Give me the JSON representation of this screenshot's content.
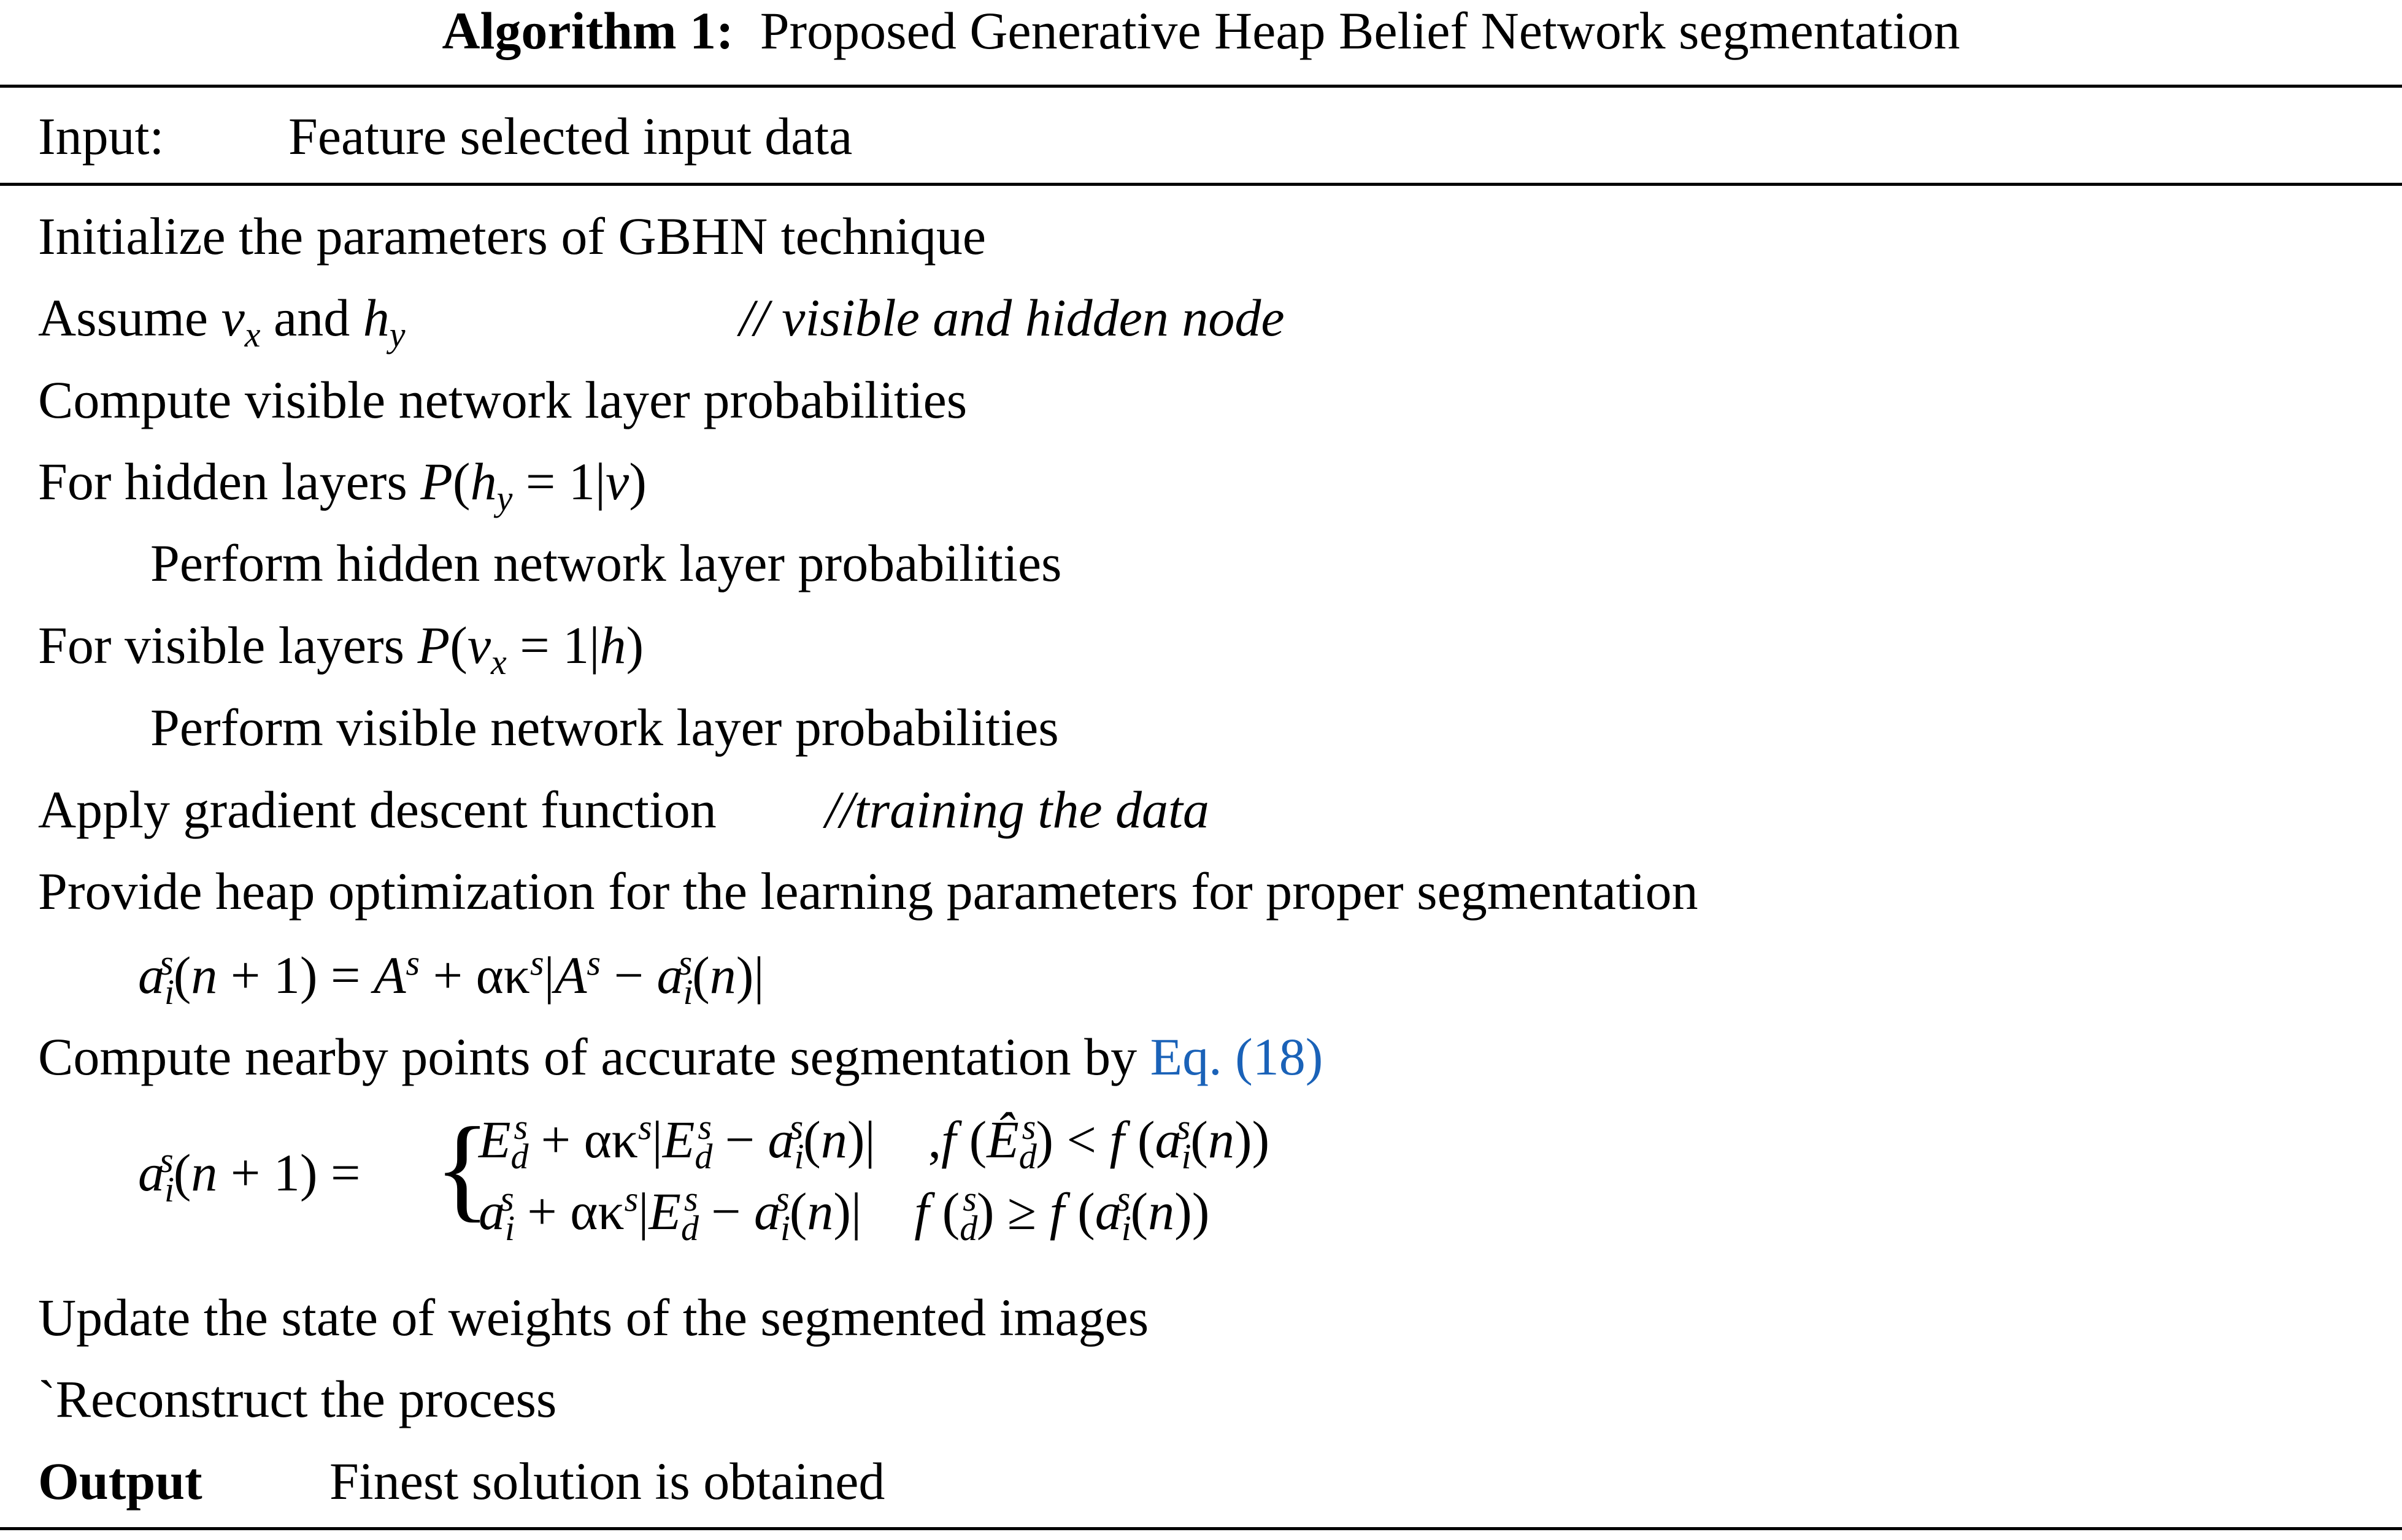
{
  "caption": {
    "label": "Algorithm 1:",
    "title": "Proposed Generative Heap Belief Network segmentation"
  },
  "header": {
    "input_label": "Input:",
    "input_value": "Feature selected input data"
  },
  "steps": {
    "s1": "Initialize the parameters of GBHN technique",
    "s2_prefix": "Assume",
    "s2_and": "and",
    "s2_comment": "// visible and hidden node",
    "s3": "Compute visible network layer probabilities",
    "s4_prefix": "For hidden layers",
    "s5": "Perform hidden network layer probabilities",
    "s6_prefix": "For visible layers",
    "s7": "Perform visible network layer probabilities",
    "s8": "Apply gradient descent function",
    "s8_comment": "//training the data",
    "s9": "Provide heap optimization for the learning parameters for proper segmentation",
    "s10_prefix": "Compute nearby points of accurate segmentation by",
    "s10_link": "Eq. (18)",
    "s11": "Update the state of weights of the segmented images",
    "s12": "`Reconstruct the process"
  },
  "footer": {
    "output_label": "Output",
    "output_value": "Finest solution is obtained"
  }
}
